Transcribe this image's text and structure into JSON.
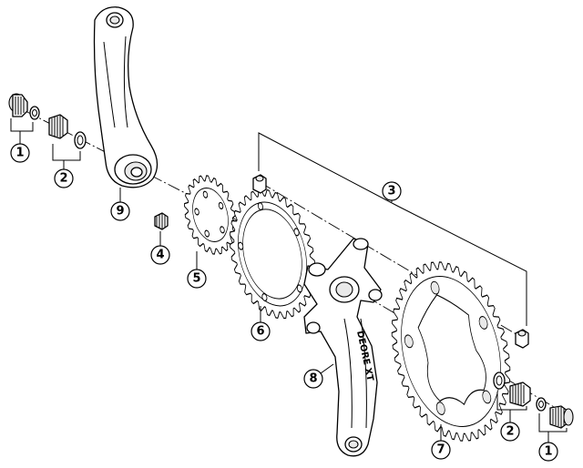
{
  "callouts": {
    "c1a": "1",
    "c2a": "2",
    "c3": "3",
    "c4": "4",
    "c5": "5",
    "c6": "6",
    "c7": "7",
    "c8": "8",
    "c9": "9",
    "c2b": "2",
    "c1b": "1"
  },
  "crank_logo": "DEORE XT"
}
